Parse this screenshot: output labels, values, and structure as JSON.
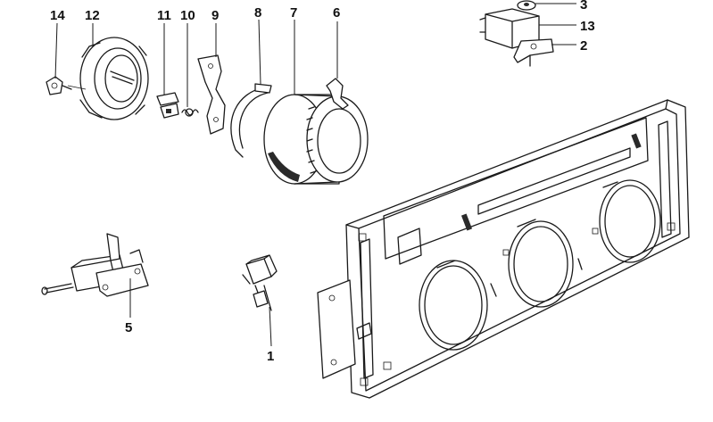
{
  "callouts": {
    "c1": "1",
    "c2": "2",
    "c3": "3",
    "c5": "5",
    "c6": "6",
    "c7": "7",
    "c8": "8",
    "c9": "9",
    "c10": "10",
    "c11": "11",
    "c12": "12",
    "c13": "13",
    "c14": "14"
  },
  "colors": {
    "line": "#1a1a1a",
    "background": "#ffffff"
  }
}
